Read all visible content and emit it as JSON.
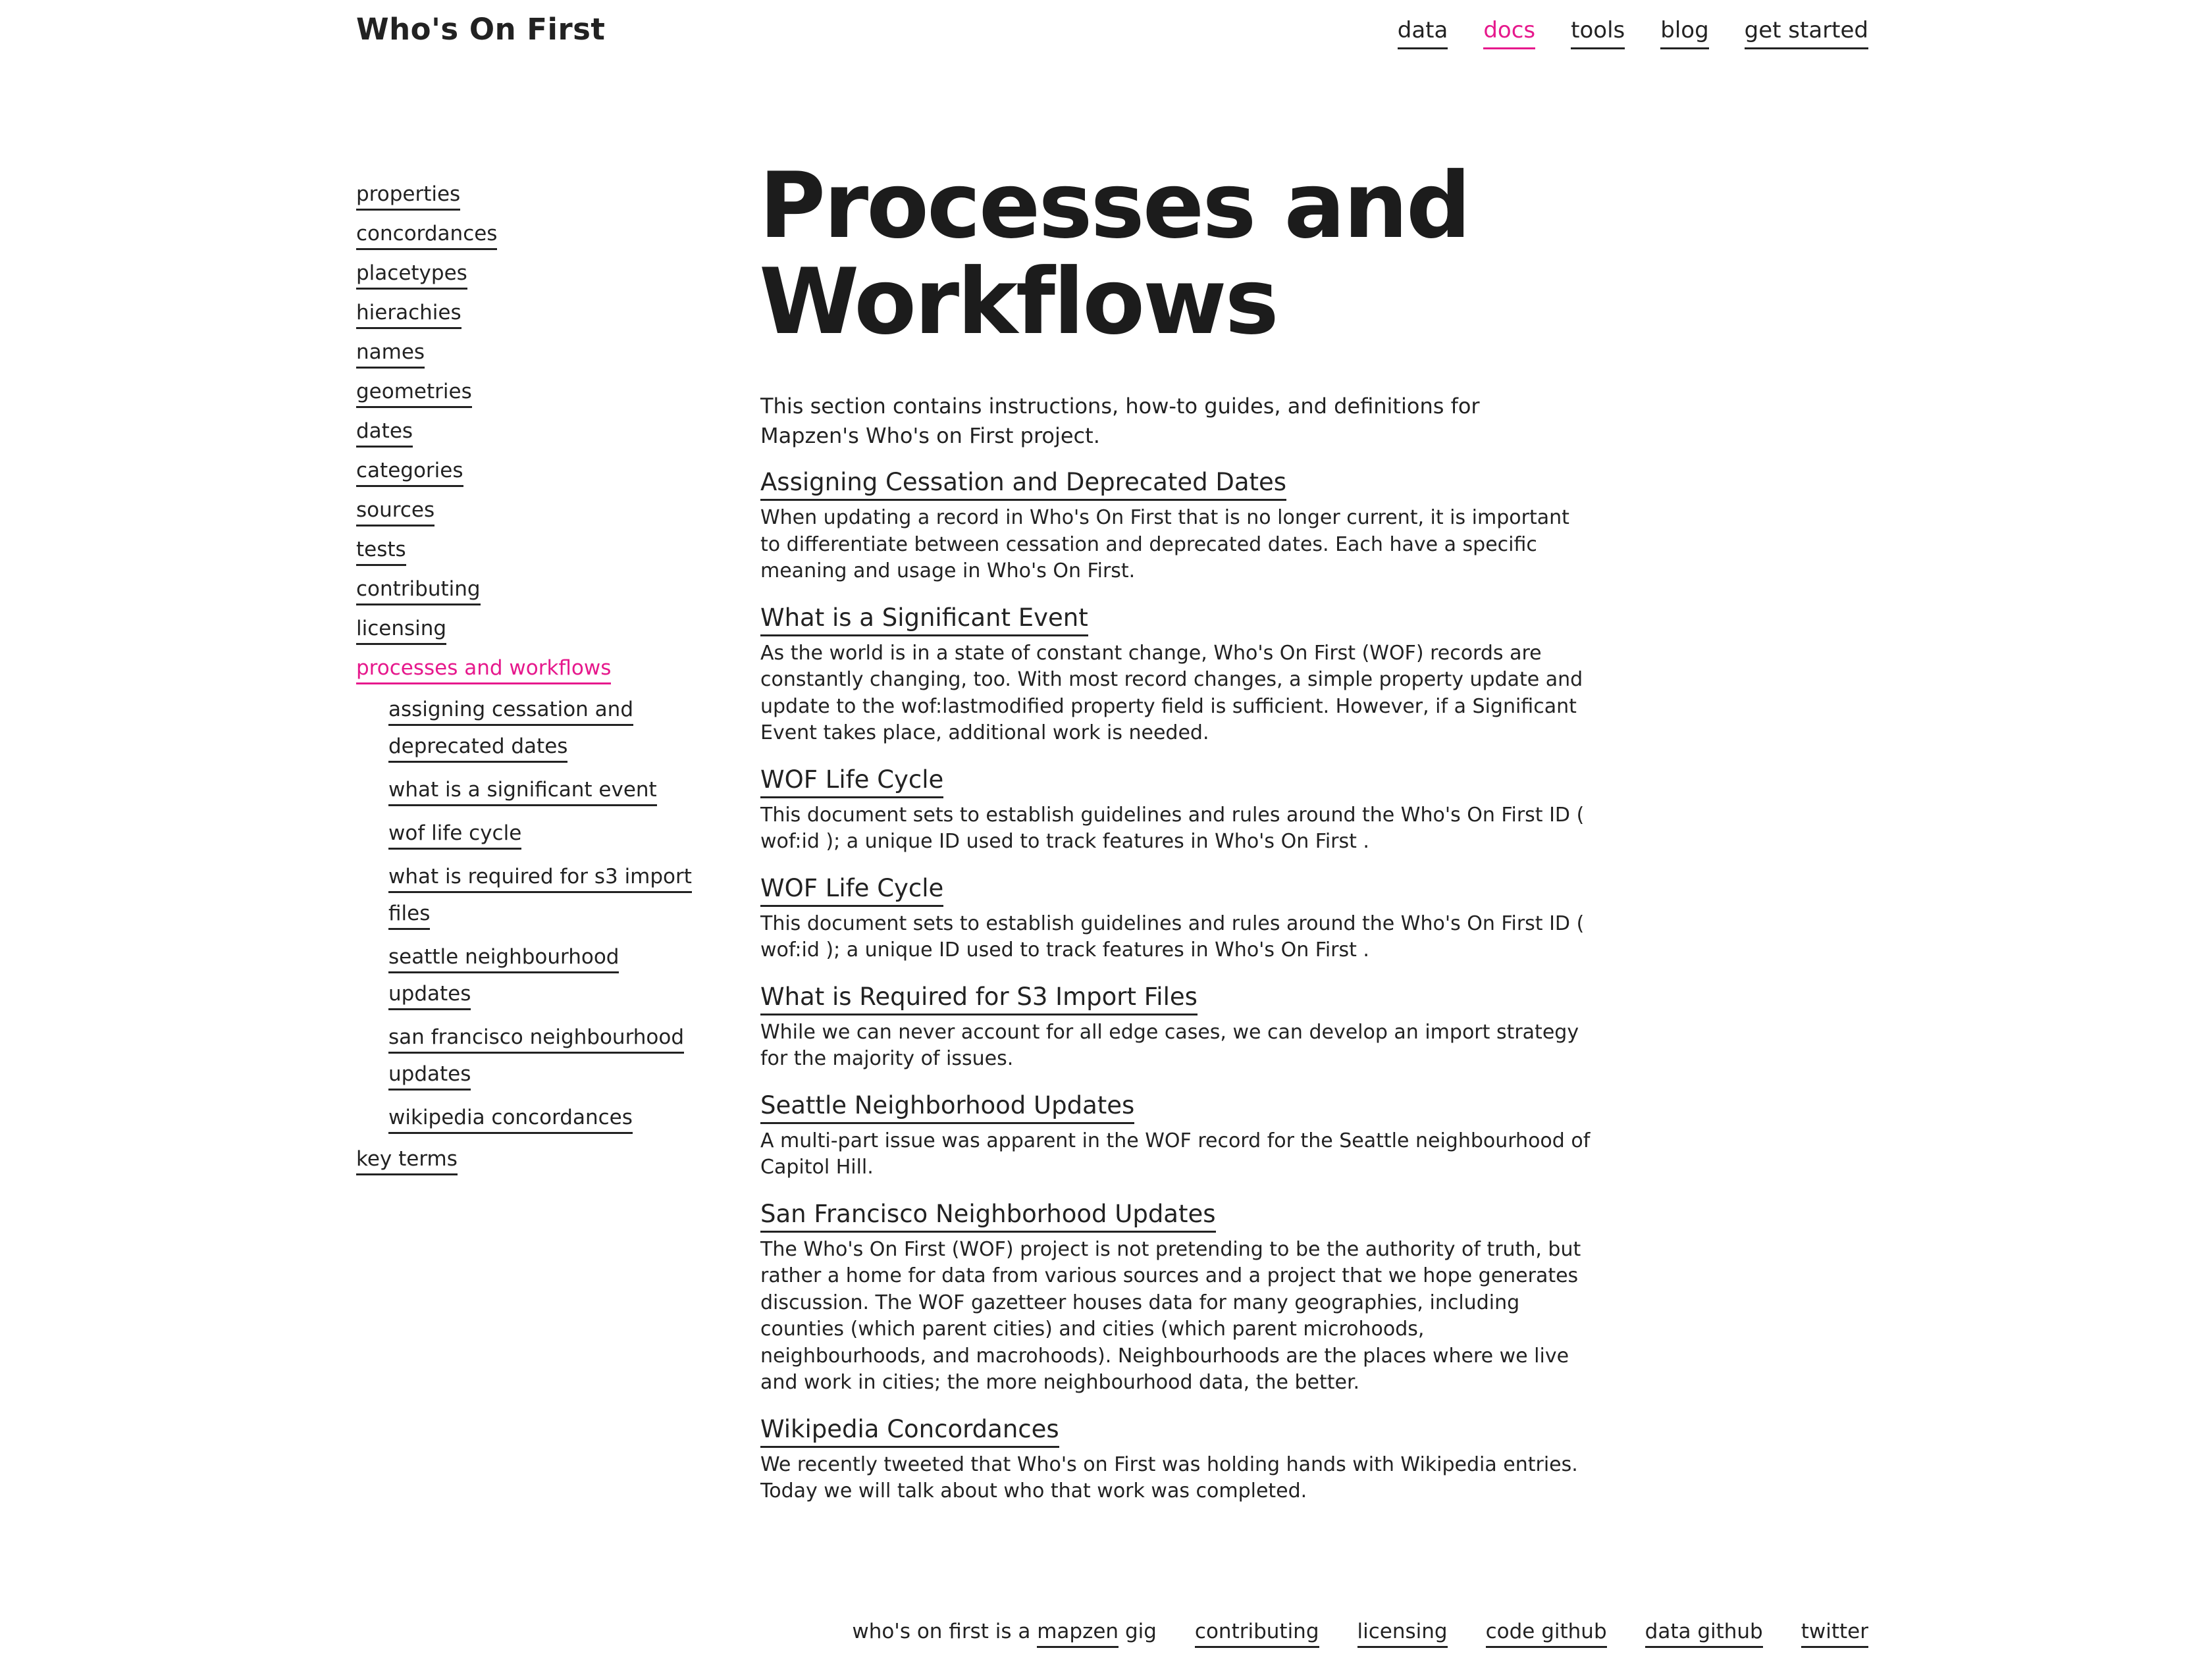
{
  "site": {
    "title": "Who's On First"
  },
  "nav": {
    "items": [
      {
        "label": "data"
      },
      {
        "label": "docs"
      },
      {
        "label": "tools"
      },
      {
        "label": "blog"
      },
      {
        "label": "get started"
      }
    ],
    "active_label": "docs",
    "active_color": "#e6188c"
  },
  "sidebar": {
    "items": [
      {
        "label": "properties"
      },
      {
        "label": "concordances"
      },
      {
        "label": "placetypes"
      },
      {
        "label": "hierachies"
      },
      {
        "label": "names"
      },
      {
        "label": "geometries"
      },
      {
        "label": "dates"
      },
      {
        "label": "categories"
      },
      {
        "label": "sources"
      },
      {
        "label": "tests"
      },
      {
        "label": "contributing"
      },
      {
        "label": "licensing"
      },
      {
        "label": "processes and workflows"
      }
    ],
    "subitems": [
      {
        "label": "assigning cessation and deprecated dates"
      },
      {
        "label": "what is a significant event"
      },
      {
        "label": "wof life cycle"
      },
      {
        "label": "what is required for s3 import files"
      },
      {
        "label": "seattle neighbourhood updates"
      },
      {
        "label": "san francisco neighbourhood updates"
      },
      {
        "label": "wikipedia concordances"
      }
    ],
    "last_item": {
      "label": "key terms"
    }
  },
  "main": {
    "title": "Processes and Workflows",
    "intro": "This section contains instructions, how-to guides, and definitions for Mapzen's Who's on First project.",
    "sections": [
      {
        "heading": "Assigning Cessation and Deprecated Dates",
        "body": "When updating a record in Who's On First that is no longer current, it is important to differentiate between cessation and deprecated dates. Each have a specific meaning and usage in Who's On First."
      },
      {
        "heading": "What is a Significant Event",
        "body": "As the world is in a state of constant change, Who's On First (WOF) records are constantly changing, too. With most record changes, a simple property update and update to the wof:lastmodified property field is sufficient. However, if a Significant Event takes place, additional work is needed."
      },
      {
        "heading": "WOF Life Cycle",
        "body": "This document sets to establish guidelines and rules around the Who's On First ID ( wof:id ); a unique ID used to track features in Who's On First ."
      },
      {
        "heading": "WOF Life Cycle",
        "body": "This document sets to establish guidelines and rules around the Who's On First ID ( wof:id ); a unique ID used to track features in Who's On First ."
      },
      {
        "heading": "What is Required for S3 Import Files",
        "body": "While we can never account for all edge cases, we can develop an import strategy for the majority of issues."
      },
      {
        "heading": "Seattle Neighborhood Updates",
        "body": "A multi-part issue was apparent in the WOF record for the Seattle neighbourhood of Capitol Hill."
      },
      {
        "heading": "San Francisco Neighborhood Updates",
        "body": "The Who's On First (WOF) project is not pretending to be the authority of truth, but rather a home for data from various sources and a project that we hope generates discussion. The WOF gazetteer houses data for many geographies, including counties (which parent cities) and cities (which parent microhoods, neighbourhoods, and macrohoods). Neighbourhoods are the places where we live and work in cities; the more neighbourhood data, the better."
      },
      {
        "heading": "Wikipedia Concordances",
        "body": "We recently tweeted that Who's on First was holding hands with Wikipedia entries. Today we will talk about who that work was completed."
      }
    ]
  },
  "footer": {
    "prefix": "who's on first is a",
    "mapzen_link": "mapzen",
    "suffix": "gig",
    "links": [
      {
        "label": "contributing"
      },
      {
        "label": "licensing"
      },
      {
        "label": "code github"
      },
      {
        "label": "data github"
      },
      {
        "label": "twitter"
      }
    ]
  }
}
